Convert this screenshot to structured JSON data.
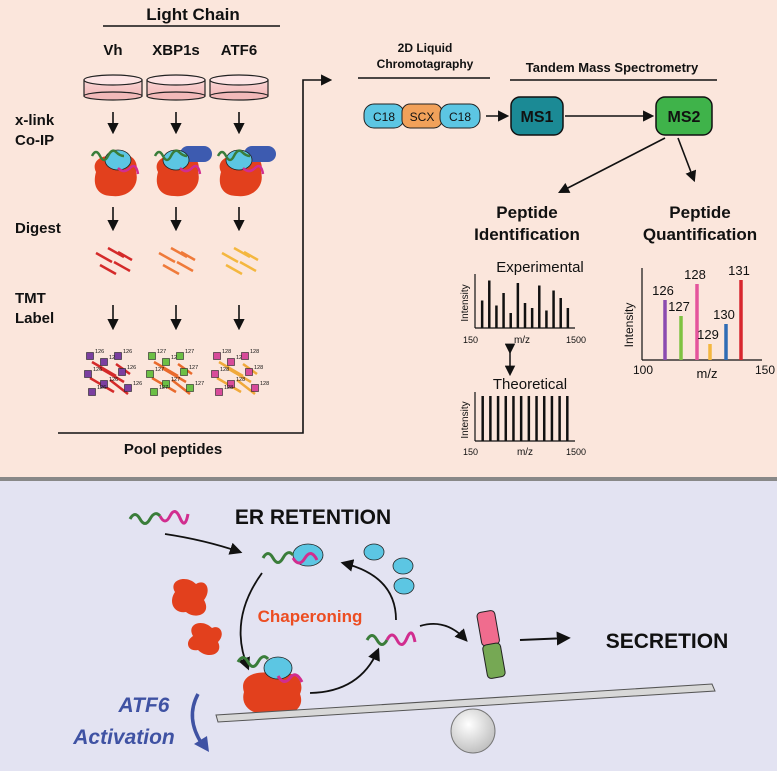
{
  "colors": {
    "top_panel_bg": "#fbe6dc",
    "bottom_panel_bg": "#e3e3f2",
    "chaperone_red": "#e2401d",
    "bip_cyan": "#5cc6e3",
    "grp94_blue": "#3d5bb0",
    "ms1_teal": "#1b8a95",
    "ms2_green": "#3fb34a",
    "scx_orange": "#f1a15a",
    "atf6_blue": "#3f52a3",
    "chaperoning_orange": "#ec4d22"
  },
  "workflow": {
    "light_chain_label": "Light Chain",
    "conditions": [
      "Vh",
      "XBP1s",
      "ATF6"
    ],
    "steps": {
      "xlink_line1": "x-link",
      "xlink_line2": "Co-IP",
      "digest": "Digest",
      "tmt_line1": "TMT",
      "tmt_line2": "Label"
    },
    "tmt_tags": {
      "vh": [
        "126",
        "126",
        "126",
        "126",
        "126",
        "126",
        "126",
        "126"
      ],
      "xbp1s": [
        "127",
        "127",
        "127",
        "127",
        "127",
        "127",
        "127",
        "127"
      ],
      "atf6": [
        "128",
        "128",
        "128",
        "128",
        "128",
        "128",
        "128",
        "128"
      ]
    },
    "pool_label": "Pool peptides"
  },
  "lc": {
    "title_line1": "2D Liquid",
    "title_line2": "Chromotagraphy",
    "columns": [
      "C18",
      "SCX",
      "C18"
    ]
  },
  "ms": {
    "title": "Tandem Mass Spectrometry",
    "ms1": "MS1",
    "ms2": "MS2"
  },
  "identification": {
    "title_line1": "Peptide",
    "title_line2": "Identification",
    "experimental": {
      "label": "Experimental",
      "ylabel": "Intensity",
      "xlabel": "m/z",
      "xmin": "150",
      "xmax": "1500",
      "peaks": [
        0.55,
        0.95,
        0.45,
        0.7,
        0.3,
        0.9,
        0.5,
        0.4,
        0.85,
        0.35,
        0.75,
        0.6,
        0.4
      ]
    },
    "theoretical": {
      "label": "Theoretical",
      "ylabel": "Intensity",
      "xlabel": "m/z",
      "xmin": "150",
      "xmax": "1500",
      "peaks": [
        1,
        1,
        1,
        1,
        1,
        1,
        1,
        1,
        1,
        1,
        1,
        1
      ]
    }
  },
  "quantification": {
    "title_line1": "Peptide",
    "title_line2": "Quantification",
    "ylabel": "Intensity",
    "xlabel": "m/z",
    "xmin": "100",
    "xmax": "150",
    "reporters": [
      {
        "label": "126",
        "value": 0.75,
        "color": "#8b4bb0"
      },
      {
        "label": "127",
        "value": 0.55,
        "color": "#7fc241"
      },
      {
        "label": "128",
        "value": 0.95,
        "color": "#e4559c"
      },
      {
        "label": "129",
        "value": 0.2,
        "color": "#f4b73f"
      },
      {
        "label": "130",
        "value": 0.45,
        "color": "#2f6cb5"
      },
      {
        "label": "131",
        "value": 1.0,
        "color": "#d8262e"
      }
    ]
  },
  "bottom": {
    "er_retention": "ER RETENTION",
    "chaperoning": "Chaperoning",
    "secretion": "SECRETION",
    "atf6_line1": "ATF6",
    "atf6_line2": "Activation"
  }
}
